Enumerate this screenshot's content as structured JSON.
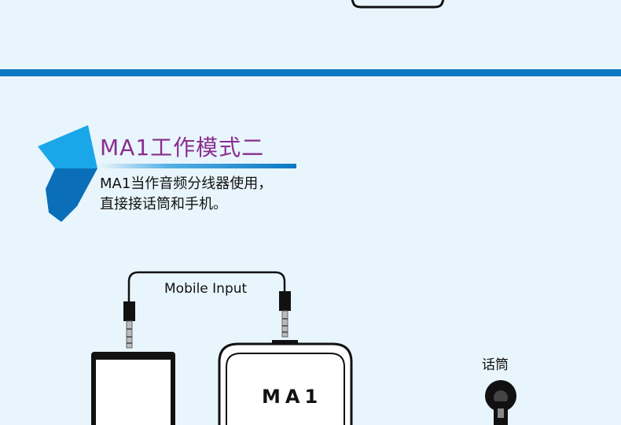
{
  "section": {
    "title": "MA1工作模式二",
    "description_line1": "MA1当作音频分线器使用，",
    "description_line2": "直接接话筒和手机。"
  },
  "diagram": {
    "cable_label": "Mobile Input",
    "device_label": "MA1",
    "mic_label": "话筒"
  },
  "colors": {
    "background": "#e8f5fc",
    "accent_blue": "#0b78c2",
    "title_purple": "#8a2d8e",
    "arrow_light": "#1aa7ea",
    "arrow_dark": "#0a6fb8"
  }
}
